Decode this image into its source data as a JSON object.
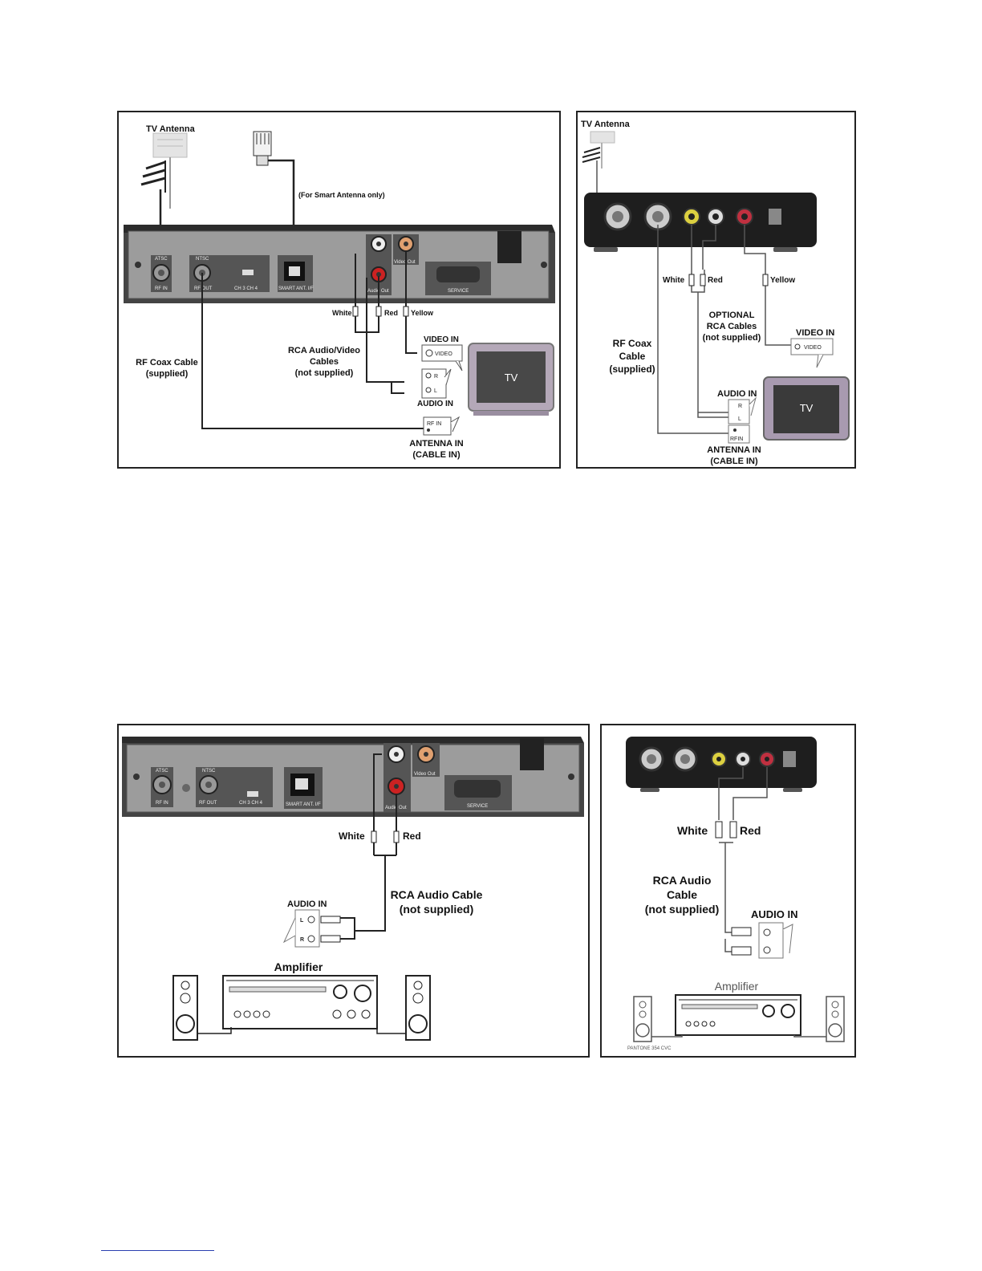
{
  "diagram1": {
    "tv_antenna": "TV Antenna",
    "smart_antenna_note": "(For Smart Antenna only)",
    "jacks": {
      "atsc": "ATSC",
      "rf_in": "RF IN",
      "ntsc": "NTSC",
      "rf_out": "RF OUT",
      "ch": "CH 3  CH 4",
      "smart_ant": "SMART ANT. I/F",
      "audio_out": "Audio Out",
      "video_out": "Video Out",
      "service": "SERVICE"
    },
    "white": "White",
    "red": "Red",
    "yellow": "Yellow",
    "rca_line1": "RCA Audio/Video",
    "rca_line2": "Cables",
    "rca_line3": "(not supplied)",
    "video_in": "VIDEO IN",
    "video": "VIDEO",
    "r": "R",
    "l": "L",
    "audio_in": "AUDIO IN",
    "tv": "TV",
    "rf_coax_line1": "RF Coax Cable",
    "rf_coax_line2": "(supplied)",
    "rf_in_tv": "RF IN",
    "antenna_in_line1": "ANTENNA IN",
    "antenna_in_line2": "(CABLE IN)"
  },
  "diagram2": {
    "tv_antenna": "TV Antenna",
    "white": "White",
    "red": "Red",
    "yellow": "Yellow",
    "optional_line1": "OPTIONAL",
    "optional_line2": "RCA Cables",
    "optional_line3": "(not supplied)",
    "video_in": "VIDEO IN",
    "video": "VIDEO",
    "rf_coax_line1": "RF Coax",
    "rf_coax_line2": "Cable",
    "rf_coax_line3": "(supplied)",
    "audio_in": "AUDIO IN",
    "r": "R",
    "l": "L",
    "tv": "TV",
    "rf_in": "RFIN",
    "antenna_in_line1": "ANTENNA IN",
    "antenna_in_line2": "(CABLE IN)"
  },
  "diagram3": {
    "jacks": {
      "atsc": "ATSC",
      "rf_in": "RF IN",
      "ntsc": "NTSC",
      "rf_out": "RF OUT",
      "ch": "CH 3  CH 4",
      "smart_ant": "SMART ANT. I/F",
      "audio_out": "Audio Out",
      "video_out": "Video Out",
      "service": "SERVICE"
    },
    "white": "White",
    "red": "Red",
    "rca_line1": "RCA Audio Cable",
    "rca_line2": "(not supplied)",
    "audio_in": "AUDIO IN",
    "l": "L",
    "r": "R",
    "amplifier": "Amplifier"
  },
  "diagram4": {
    "white": "White",
    "red": "Red",
    "rca_line1": "RCA Audio",
    "rca_line2": "Cable",
    "rca_line3": "(not supplied)",
    "audio_in": "AUDIO IN",
    "amplifier": "Amplifier",
    "pantone": "PANTONE 354 CVC"
  }
}
